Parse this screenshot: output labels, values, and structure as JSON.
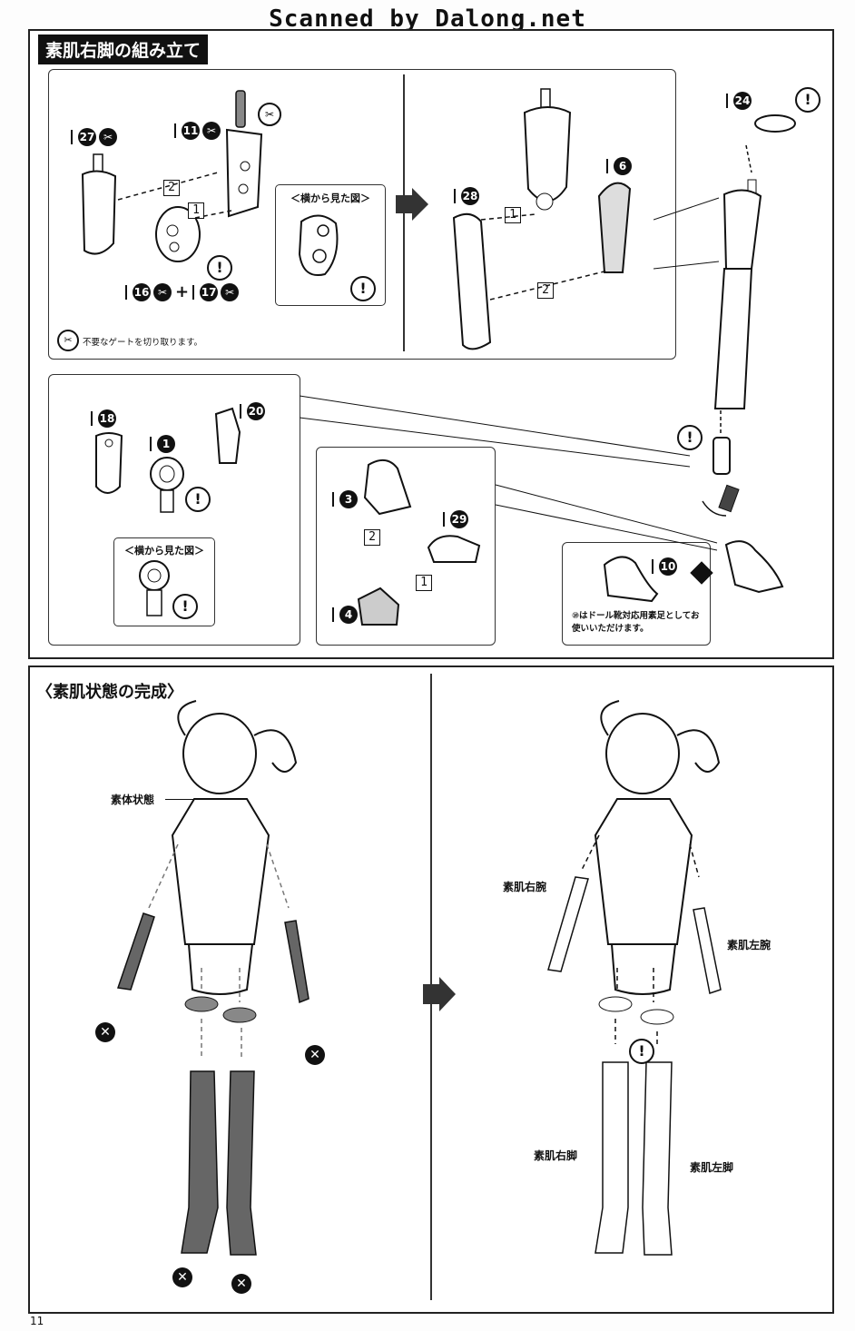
{
  "watermark": "Scanned by Dalong.net",
  "top_section": {
    "title": "素肌右脚の組み立て",
    "parts": {
      "p27": "27",
      "p11": "11",
      "p16": "16",
      "p17": "17",
      "p28": "28",
      "p6": "6",
      "p24": "24",
      "p18": "18",
      "p1": "1",
      "p20": "20",
      "p3": "3",
      "p29": "29",
      "p4": "4",
      "p10": "10"
    },
    "plus": "+",
    "side_view_label": "＜横から見た図＞",
    "gate_note": "不要なゲートを切り取ります。",
    "step_1": "1",
    "step_2": "2",
    "doll_note": "⑩はドール靴対応用素足としてお使いいただけます。"
  },
  "bottom_section": {
    "title": "〈素肌状態の完成〉",
    "body_state": "素体状態",
    "right_arm": "素肌右腕",
    "left_arm": "素肌左腕",
    "right_leg": "素肌右脚",
    "left_leg": "素肌左脚"
  },
  "page_number": "11"
}
